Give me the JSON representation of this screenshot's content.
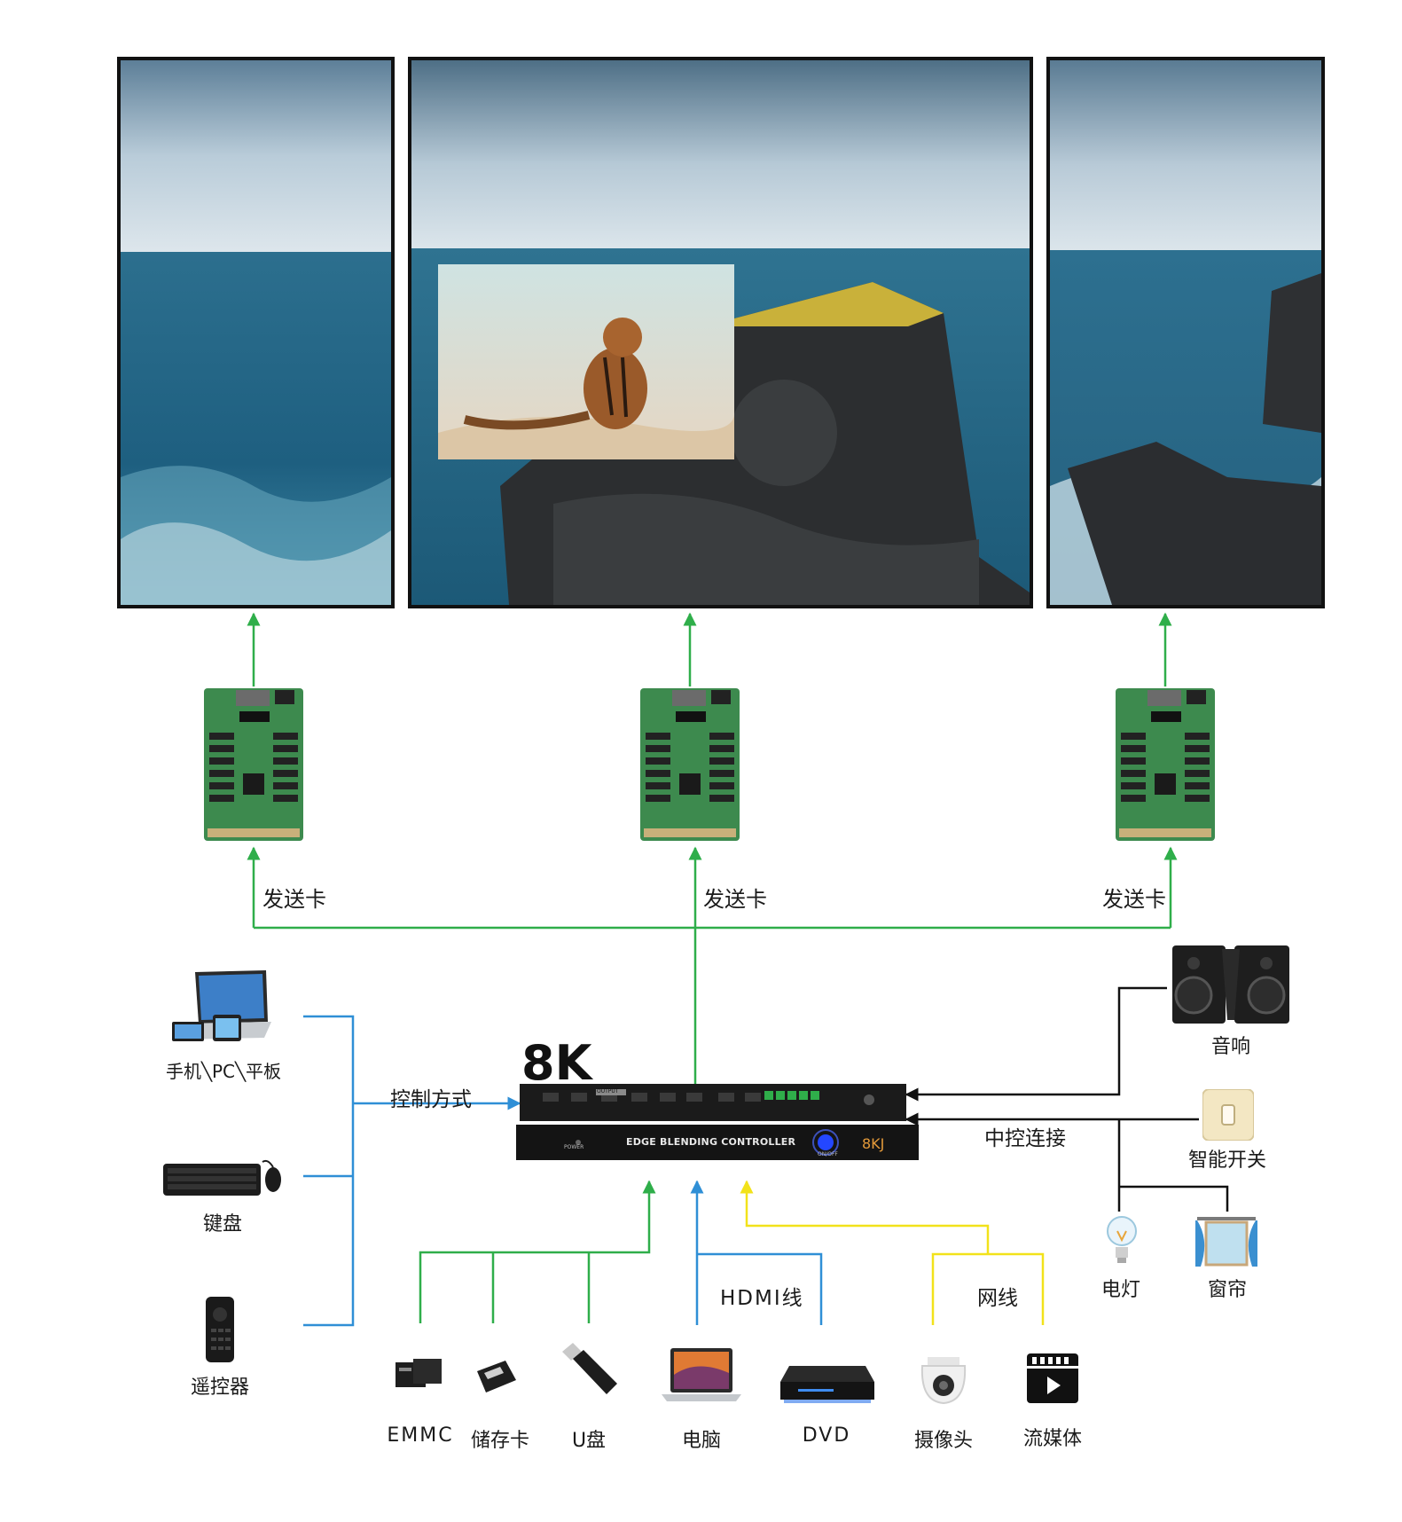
{
  "diagram": {
    "controller": {
      "badge": "8K",
      "name": "EDGE BLENDING CONTROLLER",
      "brand": "8KJ",
      "top_tag": "OUTPUT",
      "power_label": "POWER",
      "standby_label": "ON/OFF"
    },
    "sender_cards": [
      "发送卡",
      "发送卡",
      "发送卡"
    ],
    "left_inputs": [
      {
        "label": "手机╲PC╲平板",
        "icon": "laptop-tablet-phone-icon"
      },
      {
        "label": "键盘",
        "icon": "keyboard-mouse-icon"
      },
      {
        "label": "遥控器",
        "icon": "remote-control-icon"
      }
    ],
    "control_method_label": "控制方式",
    "central_control_label": "中控连接",
    "right_devices": [
      {
        "label": "音响",
        "icon": "speaker-icon"
      },
      {
        "label": "智能开关",
        "icon": "smart-switch-icon"
      },
      {
        "label": "电灯",
        "icon": "light-bulb-icon"
      },
      {
        "label": "窗帘",
        "icon": "curtain-icon"
      }
    ],
    "hdmi_label": "HDMI线",
    "network_label": "网线",
    "bottom_sources": [
      {
        "label": "EMMC",
        "icon": "emmc-chip-icon"
      },
      {
        "label": "储存卡",
        "icon": "sd-card-icon"
      },
      {
        "label": "U盘",
        "icon": "usb-drive-icon"
      },
      {
        "label": "电脑",
        "icon": "computer-icon"
      },
      {
        "label": "DVD",
        "icon": "dvd-player-icon"
      },
      {
        "label": "摄像头",
        "icon": "camera-icon"
      },
      {
        "label": "流媒体",
        "icon": "streaming-media-icon"
      }
    ],
    "colors": {
      "green": "#2fae4a",
      "blue": "#2f8fd6",
      "yellow": "#f2e21a",
      "black": "#111111",
      "pcb": "#3d8a4e"
    }
  }
}
